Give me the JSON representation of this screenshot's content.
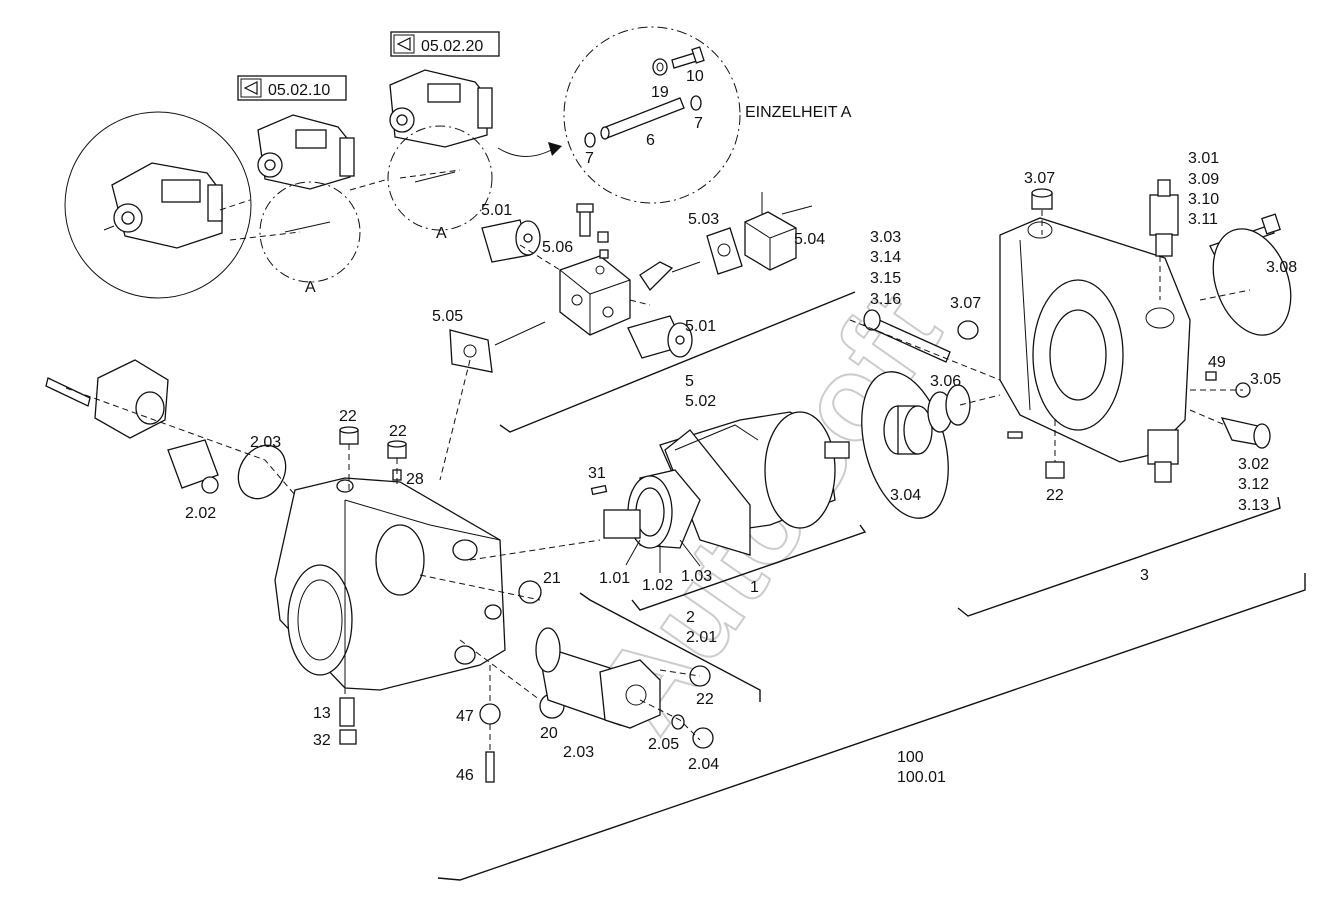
{
  "references": [
    {
      "id": "ref-05-02-10",
      "text": "05.02.10"
    },
    {
      "id": "ref-05-02-20",
      "text": "05.02.20"
    }
  ],
  "detail_title": "EINZELHEIT A",
  "section_letters": [
    "A",
    "A"
  ],
  "watermark": "AutoSoft",
  "assembly_labels": {
    "g1": "1",
    "g2": [
      "2",
      "2.01"
    ],
    "g3": "3",
    "g5": [
      "5",
      "5.02"
    ],
    "g100": [
      "100",
      "100.01"
    ],
    "g303": [
      "3.03",
      "3.14",
      "3.15",
      "3.16"
    ],
    "g301": [
      "3.01",
      "3.09",
      "3.10",
      "3.11"
    ],
    "g302": [
      "3.02",
      "3.12",
      "3.13"
    ]
  },
  "part_labels": {
    "p10": "10",
    "p19": "19",
    "p7a": "7",
    "p7b": "7",
    "p6": "6",
    "p501a": "5.01",
    "p506": "5.06",
    "p503": "5.03",
    "p504": "5.04",
    "p505": "5.05",
    "p501b": "5.01",
    "p307a": "3.07",
    "p307b": "3.07",
    "p308": "3.08",
    "p306": "3.06",
    "p304": "3.04",
    "p305": "3.05",
    "p49": "49",
    "p22e": "22",
    "p31": "31",
    "p101": "1.01",
    "p102": "1.02",
    "p103": "1.03",
    "p203a": "2.03",
    "p202": "2.02",
    "p22a": "22",
    "p22b": "22",
    "p28": "28",
    "p21": "21",
    "p13": "13",
    "p32": "32",
    "p47": "47",
    "p46": "46",
    "p20": "20",
    "p203b": "2.03",
    "p205": "2.05",
    "p204": "2.04",
    "p22c": "22"
  }
}
